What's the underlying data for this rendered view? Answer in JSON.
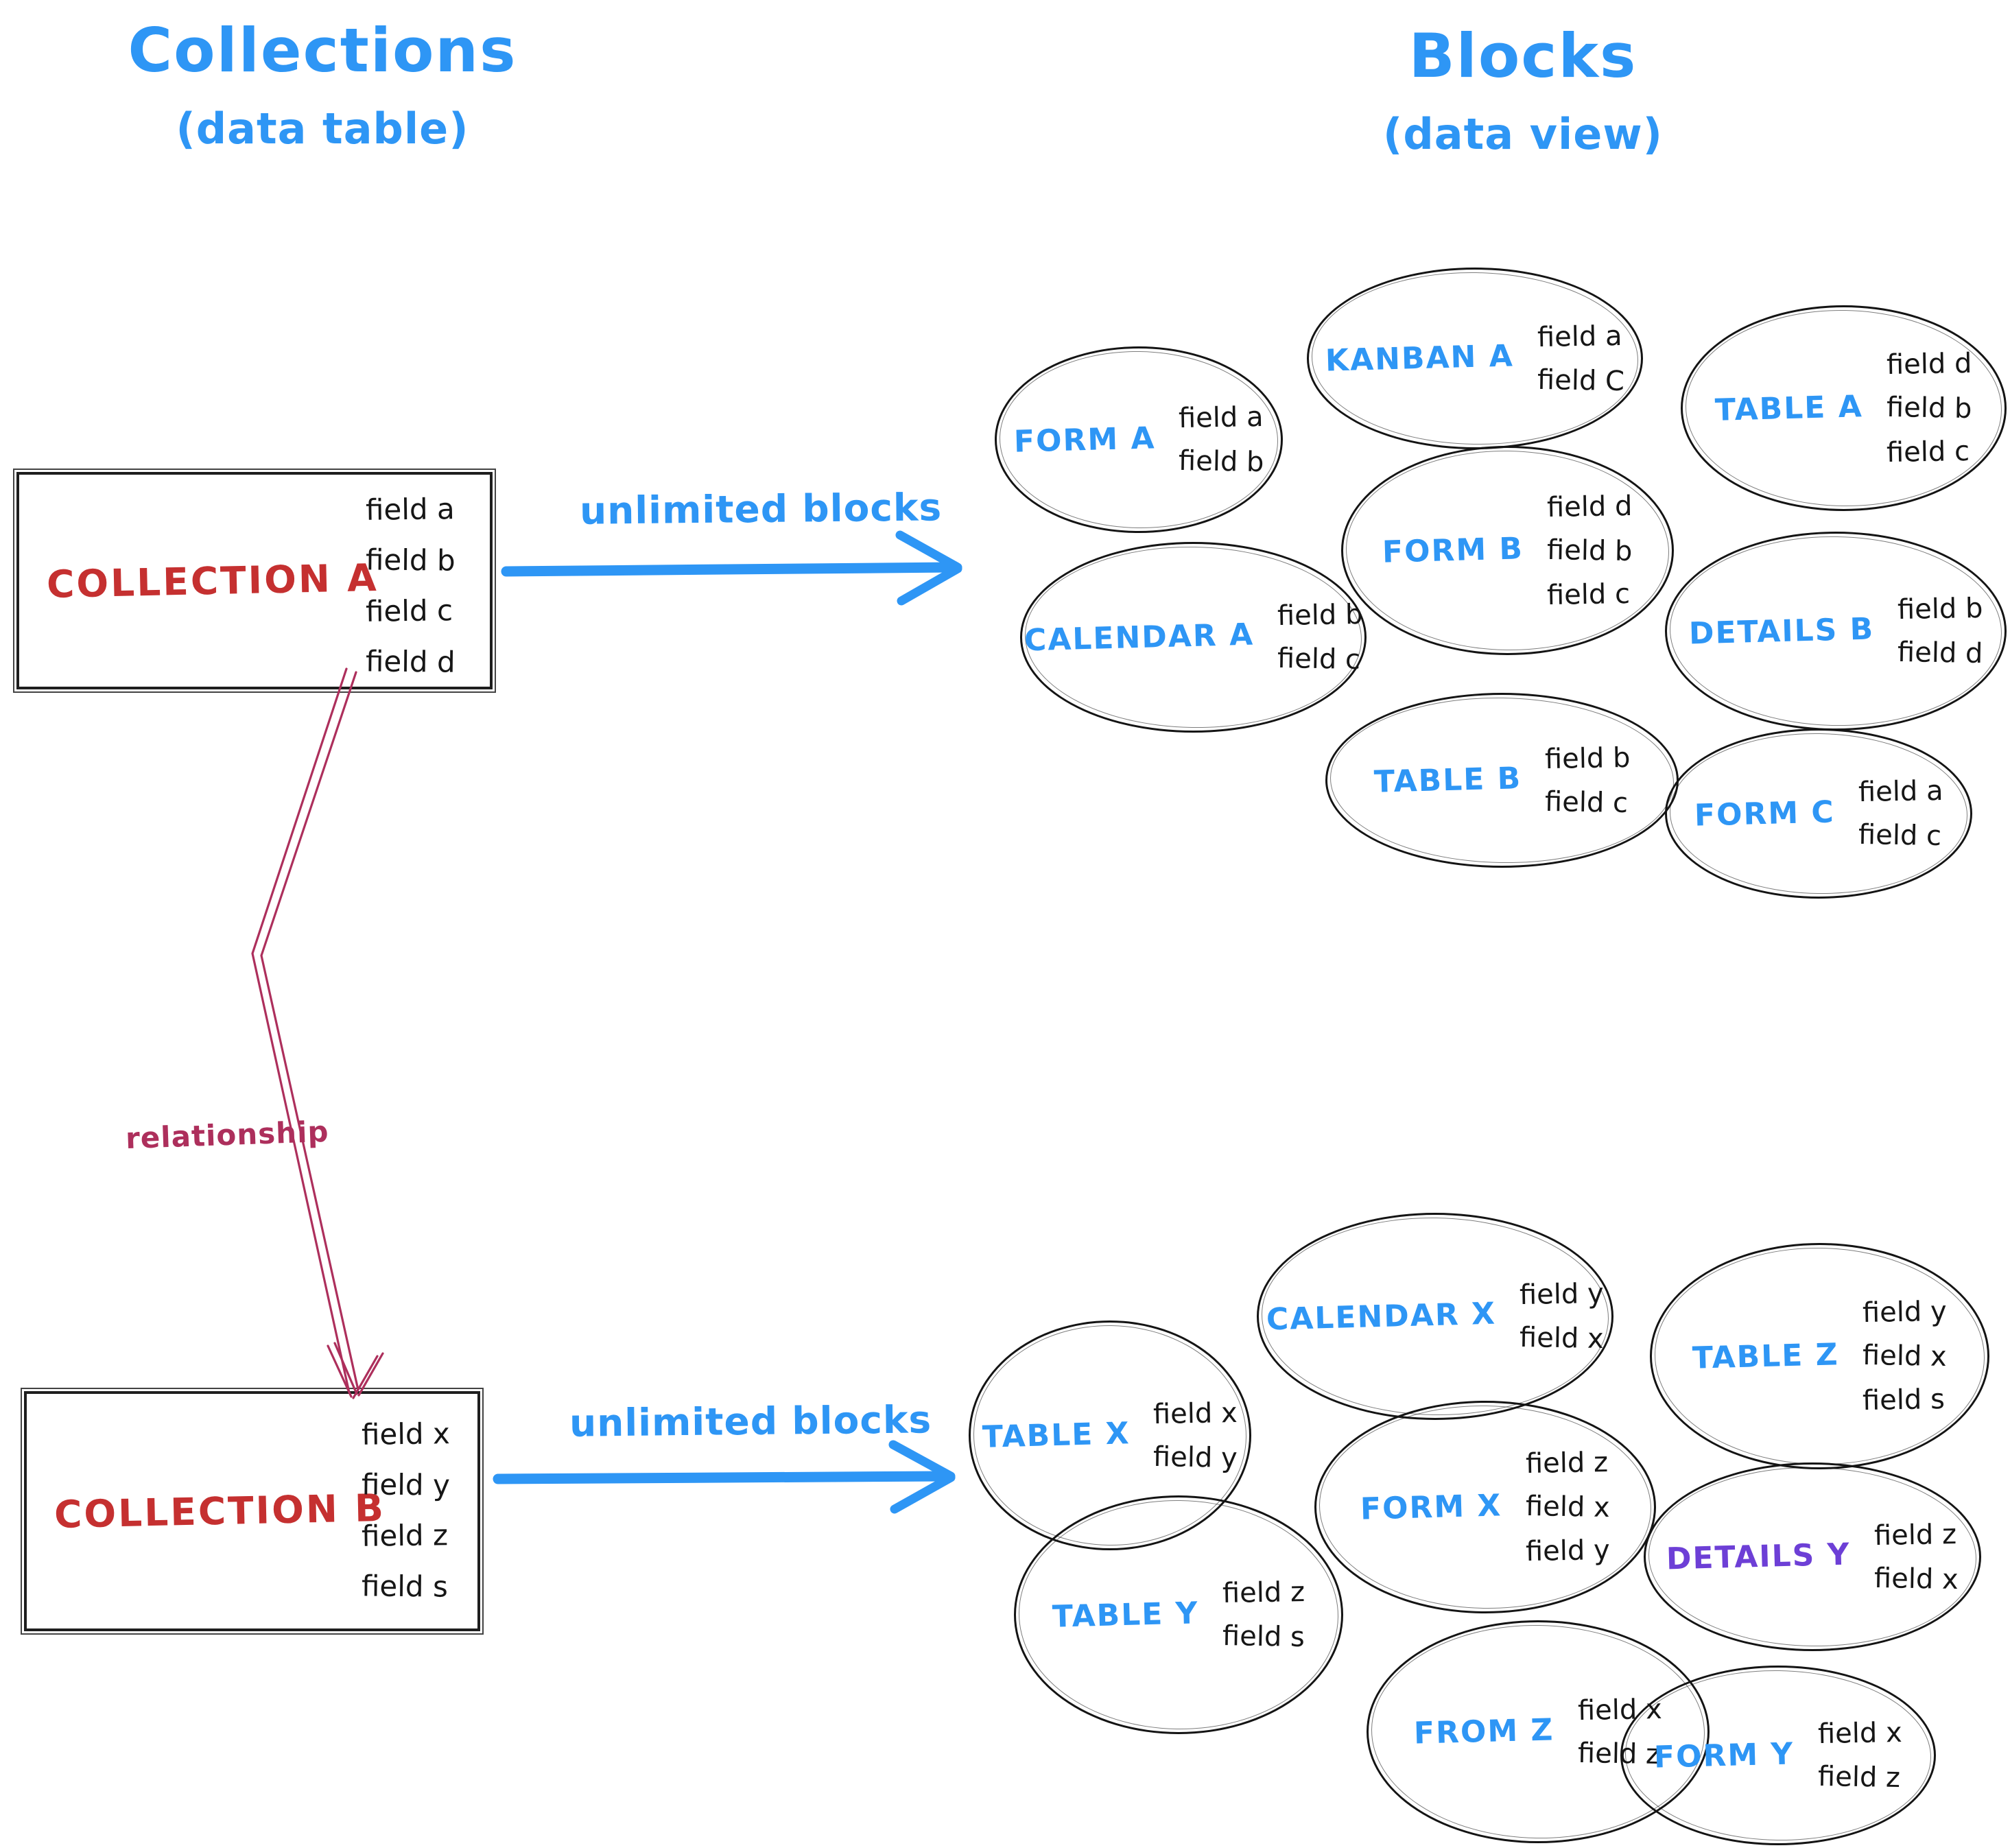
{
  "colors": {
    "blue": "#2e96f5",
    "red": "#c53030",
    "crimson": "#ad2f5c",
    "purple": "#6d3fd6",
    "ink": "#161616"
  },
  "headers": {
    "left": {
      "title": "Collections",
      "subtitle": "(data table)"
    },
    "right": {
      "title": "Blocks",
      "subtitle": "(data view)"
    }
  },
  "collections": [
    {
      "name": "COLLECTION A",
      "fields": [
        "field a",
        "field b",
        "field c",
        "field d"
      ]
    },
    {
      "name": "COLLECTION B",
      "fields": [
        "field x",
        "field y",
        "field z",
        "field s"
      ]
    }
  ],
  "arrows": {
    "top_label": "unlimited blocks",
    "bottom_label": "unlimited blocks",
    "relationship_label": "relationship"
  },
  "blocks": {
    "cluster_a": [
      {
        "name": "FORM A",
        "fields": [
          "field a",
          "field b"
        ]
      },
      {
        "name": "KANBAN A",
        "fields": [
          "field a",
          "field C"
        ]
      },
      {
        "name": "TABLE A",
        "fields": [
          "field d",
          "field b",
          "field c"
        ]
      },
      {
        "name": "CALENDAR A",
        "fields": [
          "field b",
          "field c"
        ]
      },
      {
        "name": "FORM B",
        "fields": [
          "field d",
          "field b",
          "field c"
        ]
      },
      {
        "name": "DETAILS B",
        "fields": [
          "field b",
          "field d"
        ]
      },
      {
        "name": "TABLE B",
        "fields": [
          "field b",
          "field c"
        ]
      },
      {
        "name": "FORM C",
        "fields": [
          "field a",
          "field c"
        ]
      }
    ],
    "cluster_b": [
      {
        "name": "TABLE X",
        "fields": [
          "field x",
          "field y"
        ]
      },
      {
        "name": "CALENDAR X",
        "fields": [
          "field y",
          "field x"
        ]
      },
      {
        "name": "TABLE Z",
        "fields": [
          "field y",
          "field x",
          "field s"
        ]
      },
      {
        "name": "TABLE Y",
        "fields": [
          "field z",
          "field s"
        ]
      },
      {
        "name": "FORM X",
        "fields": [
          "field z",
          "field x",
          "field y"
        ]
      },
      {
        "name": "DETAILS Y",
        "fields": [
          "field z",
          "field x"
        ]
      },
      {
        "name": "FROM Z",
        "fields": [
          "field x",
          "field z"
        ]
      },
      {
        "name": "FORM Y",
        "fields": [
          "field x",
          "field z"
        ]
      }
    ]
  }
}
